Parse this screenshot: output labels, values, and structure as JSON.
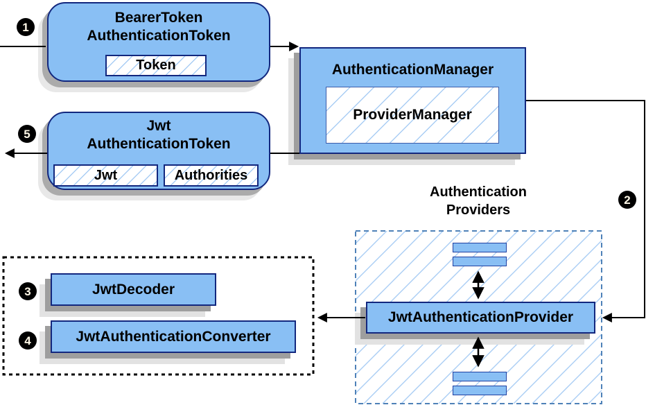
{
  "colors": {
    "node_fill": "#89BFF4",
    "node_border": "#12277E",
    "hatch_line": "#A9CDF4",
    "providers_dash_border": "#4E81B8",
    "black_dash_border": "#000000",
    "shadow_dark": "#9E9E9E",
    "shadow_light": "#E2E2E2",
    "connector": "#000000",
    "badge_bg": "#000000",
    "badge_text": "#FFF8E7"
  },
  "steps": [
    {
      "label": "1"
    },
    {
      "label": "2"
    },
    {
      "label": "3"
    },
    {
      "label": "4"
    },
    {
      "label": "5"
    }
  ],
  "nodes": {
    "bearer_token": {
      "title_line1": "BearerToken",
      "title_line2": "AuthenticationToken",
      "chip": "Token"
    },
    "jwt_authentication_token": {
      "title_line1": "Jwt",
      "title_line2": "AuthenticationToken",
      "chips": [
        "Jwt",
        "Authorities"
      ]
    },
    "authentication_manager": {
      "title": "AuthenticationManager",
      "inner_chip": "ProviderManager"
    },
    "authentication_providers": {
      "label_line1": "Authentication",
      "label_line2": "Providers"
    },
    "jwt_authentication_provider": {
      "title": "JwtAuthenticationProvider"
    },
    "jwt_decoder": {
      "title": "JwtDecoder"
    },
    "jwt_authentication_converter": {
      "title": "JwtAuthenticationConverter"
    }
  }
}
